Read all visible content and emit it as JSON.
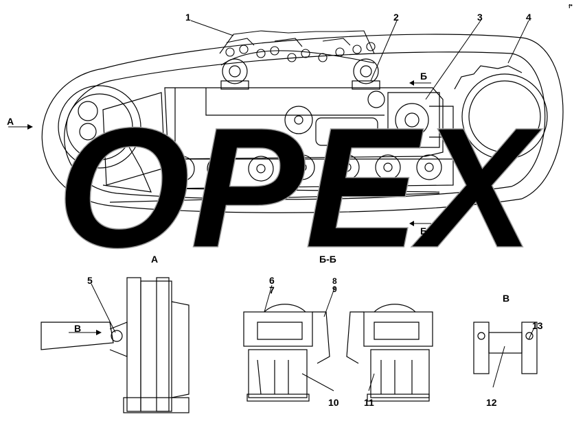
{
  "drawing": {
    "callouts": [
      "1",
      "2",
      "3",
      "4",
      "5",
      "6",
      "7",
      "8",
      "9",
      "10",
      "11",
      "12",
      "13"
    ],
    "view_a_arrow": "A",
    "section_mark_top": "Б",
    "section_mark_bottom": "Б",
    "view_a_title": "A",
    "section_title": "Б-Б",
    "view_v_title": "В",
    "view_v_arrow": "В",
    "watermark": "OPEX",
    "corner_mark": "f*"
  },
  "colors": {
    "ink": "#000000",
    "watermark": "#9a9a9a",
    "paper": "#ffffff"
  }
}
